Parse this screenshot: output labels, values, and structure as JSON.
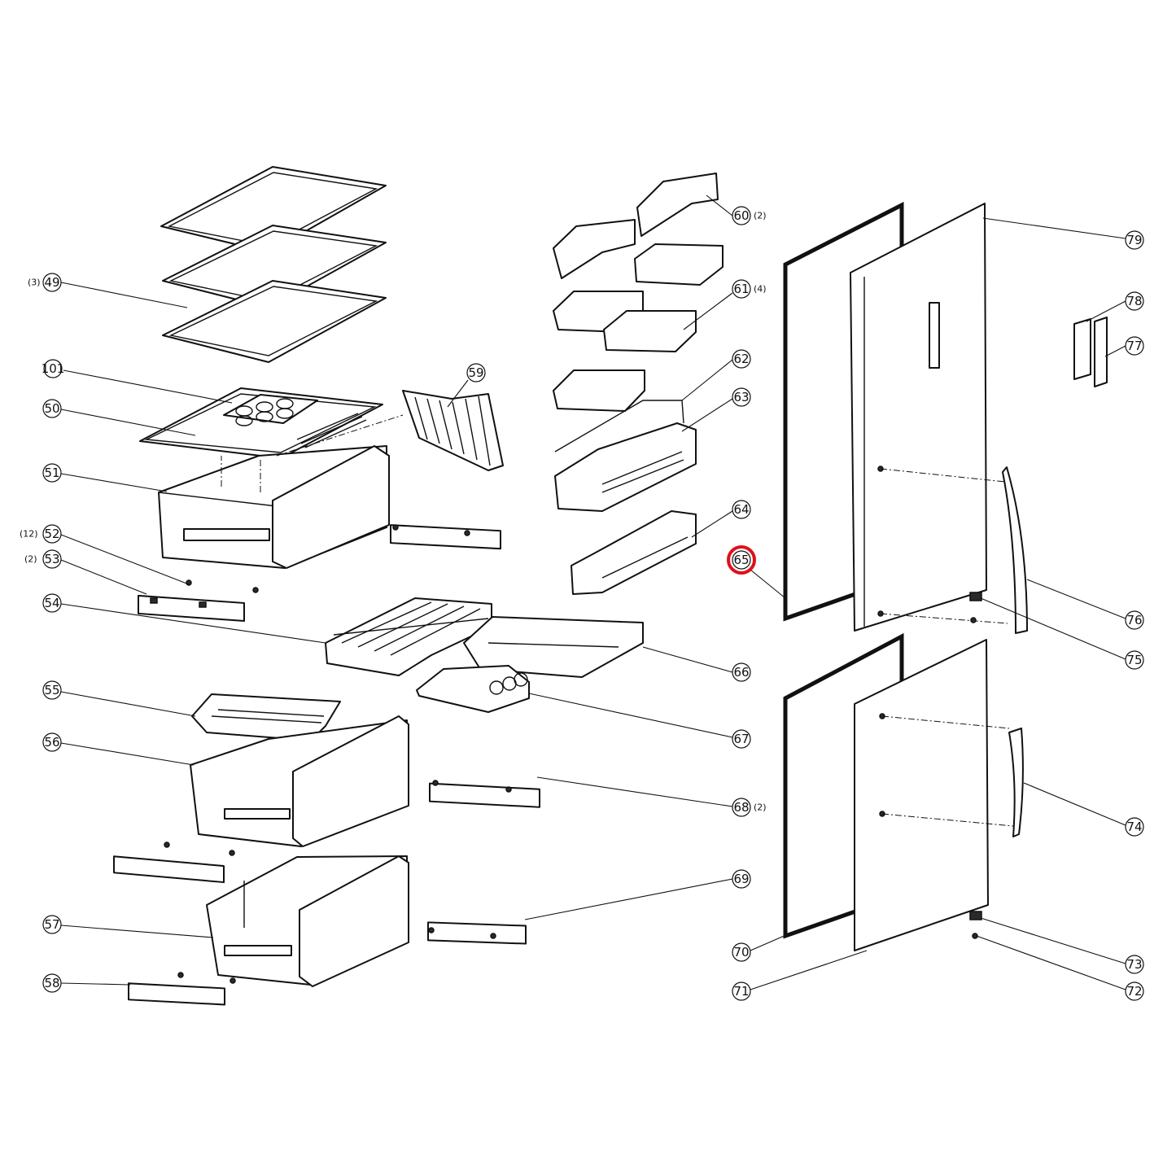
{
  "diagram": {
    "highlighted_callout": "65",
    "highlight_color": "#e0101a",
    "line_color": "#111111",
    "background_color": "#ffffff"
  },
  "callouts": [
    {
      "id": "49",
      "qty": "(3)"
    },
    {
      "id": "101",
      "qty": ""
    },
    {
      "id": "50",
      "qty": ""
    },
    {
      "id": "51",
      "qty": ""
    },
    {
      "id": "52",
      "qty": "(12)"
    },
    {
      "id": "53",
      "qty": "(2)"
    },
    {
      "id": "54",
      "qty": ""
    },
    {
      "id": "55",
      "qty": ""
    },
    {
      "id": "56",
      "qty": ""
    },
    {
      "id": "57",
      "qty": ""
    },
    {
      "id": "58",
      "qty": ""
    },
    {
      "id": "59",
      "qty": ""
    },
    {
      "id": "60",
      "qty": "(2)"
    },
    {
      "id": "61",
      "qty": "(4)"
    },
    {
      "id": "62",
      "qty": ""
    },
    {
      "id": "63",
      "qty": ""
    },
    {
      "id": "64",
      "qty": ""
    },
    {
      "id": "65",
      "qty": ""
    },
    {
      "id": "66",
      "qty": ""
    },
    {
      "id": "67",
      "qty": ""
    },
    {
      "id": "68",
      "qty": "(2)"
    },
    {
      "id": "69",
      "qty": ""
    },
    {
      "id": "70",
      "qty": ""
    },
    {
      "id": "71",
      "qty": ""
    },
    {
      "id": "72",
      "qty": ""
    },
    {
      "id": "73",
      "qty": ""
    },
    {
      "id": "74",
      "qty": ""
    },
    {
      "id": "75",
      "qty": ""
    },
    {
      "id": "76",
      "qty": ""
    },
    {
      "id": "77",
      "qty": ""
    },
    {
      "id": "78",
      "qty": ""
    },
    {
      "id": "79",
      "qty": ""
    }
  ]
}
